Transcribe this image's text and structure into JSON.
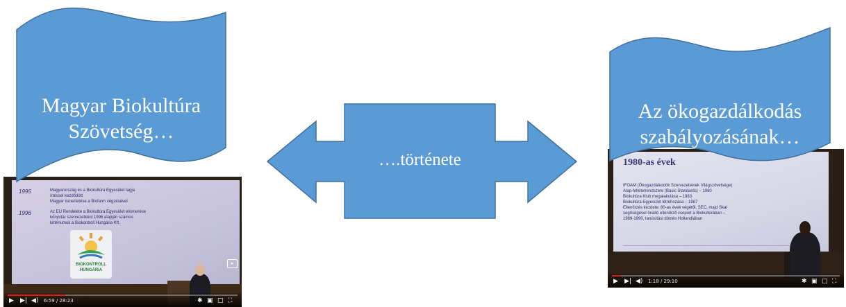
{
  "banner_left": {
    "line1": "Magyar Biokultúra",
    "line2": "Szövetség…"
  },
  "arrow": {
    "label": "….története"
  },
  "banner_right": {
    "line1": "Az ökogazdálkodás",
    "line2": "szabályozásának…"
  },
  "video_left": {
    "slide_year1": "1995",
    "slide_text1": "Magyarország és a Biokultúra Egyesület tagja\nírtéssel kezdődött\nMagyar ismertetése a Biofarm végzésével",
    "slide_year2": "1996",
    "slide_text2": "Az EU Rendelete a Biokultúra Egyesület elismerése\nkönyvtár szervezetként 1996 alapján számos\nkritériumok a Biokontroll Hungária Kft.",
    "logo_text": "BIOKONTROLL\nHUNGÁRIA",
    "time": "6:59 / 28:23",
    "progress": 0.25
  },
  "video_right": {
    "slide_title": "1980-as évek",
    "slide_text": "IFOAM (Ökogazdálkodók Szervezeteinek Világszövetsége)\nAlap-feltételrendszere (Basic Standards) – 1980\nBiokultúra Klub megalakulása – 1983\nBiokultúra Egyesület létrehozása – 1987\nEllenőrzés kezdete: 80-as évek végétől, SEC, majd Skal\nsegítségével önálló ellenőrző csoport a Biokultúrában –\n1989-1990, tanúsítási döntés Hollandiában",
    "time": "1:18 / 29:10",
    "progress": 0.04
  },
  "colors": {
    "shape_fill": "#5b9bd5",
    "shape_stroke": "#41719c",
    "progress": "#e21d1d"
  },
  "icons": [
    "play-icon",
    "next-icon",
    "volume-icon",
    "settings-icon",
    "miniplayer-icon",
    "theater-icon",
    "fullscreen-icon"
  ]
}
